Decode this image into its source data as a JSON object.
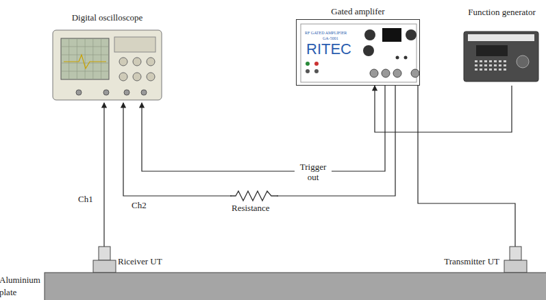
{
  "diagram": {
    "nodes": [
      {
        "text": [
          "Digital oscilloscope"
        ]
      },
      {
        "text": [
          "Gated amplifer",
          "RF GATED AMPLIFIER",
          "GA-5001",
          "RITEC"
        ]
      },
      {
        "text": [
          "Function generator"
        ]
      },
      {
        "text": [
          "Riceiver UT"
        ]
      },
      {
        "text": [
          "Transmitter UT"
        ]
      },
      {
        "text": [
          "Aluminium plate"
        ]
      }
    ],
    "edges": [
      {
        "from": 3,
        "to": 0,
        "arrow": "to",
        "label": "Ch1"
      },
      {
        "from": 1,
        "to": 0,
        "arrow": "to",
        "label": "Ch2"
      },
      {
        "from": 1,
        "to": 0,
        "arrow": "to",
        "label": "Trigger out"
      },
      {
        "from": 2,
        "to": 1,
        "arrow": "to"
      },
      {
        "from": 1,
        "to": 4,
        "arrow": "none"
      }
    ],
    "labels": [
      "Resistance"
    ]
  }
}
